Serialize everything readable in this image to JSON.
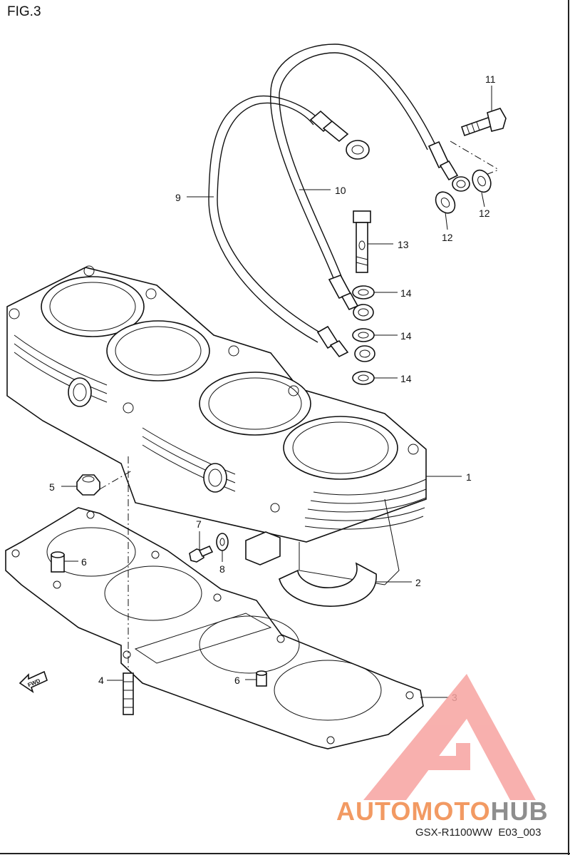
{
  "figure": {
    "title": "FIG.3"
  },
  "callouts": [
    {
      "id": "1",
      "label": "1"
    },
    {
      "id": "2",
      "label": "2"
    },
    {
      "id": "3",
      "label": "3"
    },
    {
      "id": "4",
      "label": "4"
    },
    {
      "id": "5",
      "label": "5"
    },
    {
      "id": "6a",
      "label": "6"
    },
    {
      "id": "6b",
      "label": "6"
    },
    {
      "id": "7",
      "label": "7"
    },
    {
      "id": "8",
      "label": "8"
    },
    {
      "id": "9",
      "label": "9"
    },
    {
      "id": "10",
      "label": "10"
    },
    {
      "id": "11",
      "label": "11"
    },
    {
      "id": "12a",
      "label": "12"
    },
    {
      "id": "12b",
      "label": "12"
    },
    {
      "id": "13",
      "label": "13"
    },
    {
      "id": "14a",
      "label": "14"
    },
    {
      "id": "14b",
      "label": "14"
    },
    {
      "id": "14c",
      "label": "14"
    }
  ],
  "fwd_marker": {
    "label": "FWD",
    "icon": "fwd-arrow-icon"
  },
  "watermark": {
    "part1": "AUTOMOTO",
    "part2": "HUB",
    "color1": "#f29a63",
    "color2": "#8e8e8e",
    "triangle_color": "#f7a3a0"
  },
  "drawing_code": "GSX-R1100WW  E03_003"
}
